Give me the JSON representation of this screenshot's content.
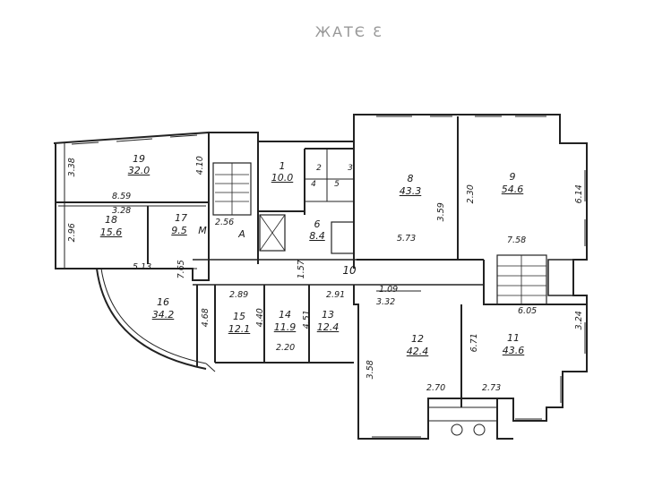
{
  "header": {
    "title": "3 ЭТАЖ"
  },
  "rooms": [
    {
      "id": "1",
      "area": "10.0"
    },
    {
      "id": "2",
      "area": ""
    },
    {
      "id": "3",
      "area": ""
    },
    {
      "id": "4",
      "area": ""
    },
    {
      "id": "5",
      "area": ""
    },
    {
      "id": "6",
      "area": "8.4"
    },
    {
      "id": "8",
      "area": "43.3"
    },
    {
      "id": "9",
      "area": "54.6"
    },
    {
      "id": "10",
      "area": ""
    },
    {
      "id": "11",
      "area": "43.6"
    },
    {
      "id": "12",
      "area": "42.4"
    },
    {
      "id": "13",
      "area": "12.4"
    },
    {
      "id": "14",
      "area": "11.9"
    },
    {
      "id": "15",
      "area": "12.1"
    },
    {
      "id": "16",
      "area": "34.2"
    },
    {
      "id": "17",
      "area": "9.5"
    },
    {
      "id": "18",
      "area": "15.6"
    },
    {
      "id": "19",
      "area": "32.0"
    }
  ],
  "marks": {
    "a": "A",
    "m": "M"
  },
  "dimensions": [
    "3.38",
    "8.59",
    "3.28",
    "2.96",
    "4.10",
    "2.56",
    "3.59",
    "2.30",
    "5.73",
    "7.58",
    "6.14",
    "5.13",
    "7.65",
    "1.57",
    "2.89",
    "2.91",
    "1.09",
    "3.32",
    "4.68",
    "4.40",
    "4.51",
    "2.20",
    "6.05",
    "3.24",
    "6.71",
    "3.58",
    "2.70",
    "2.73"
  ]
}
